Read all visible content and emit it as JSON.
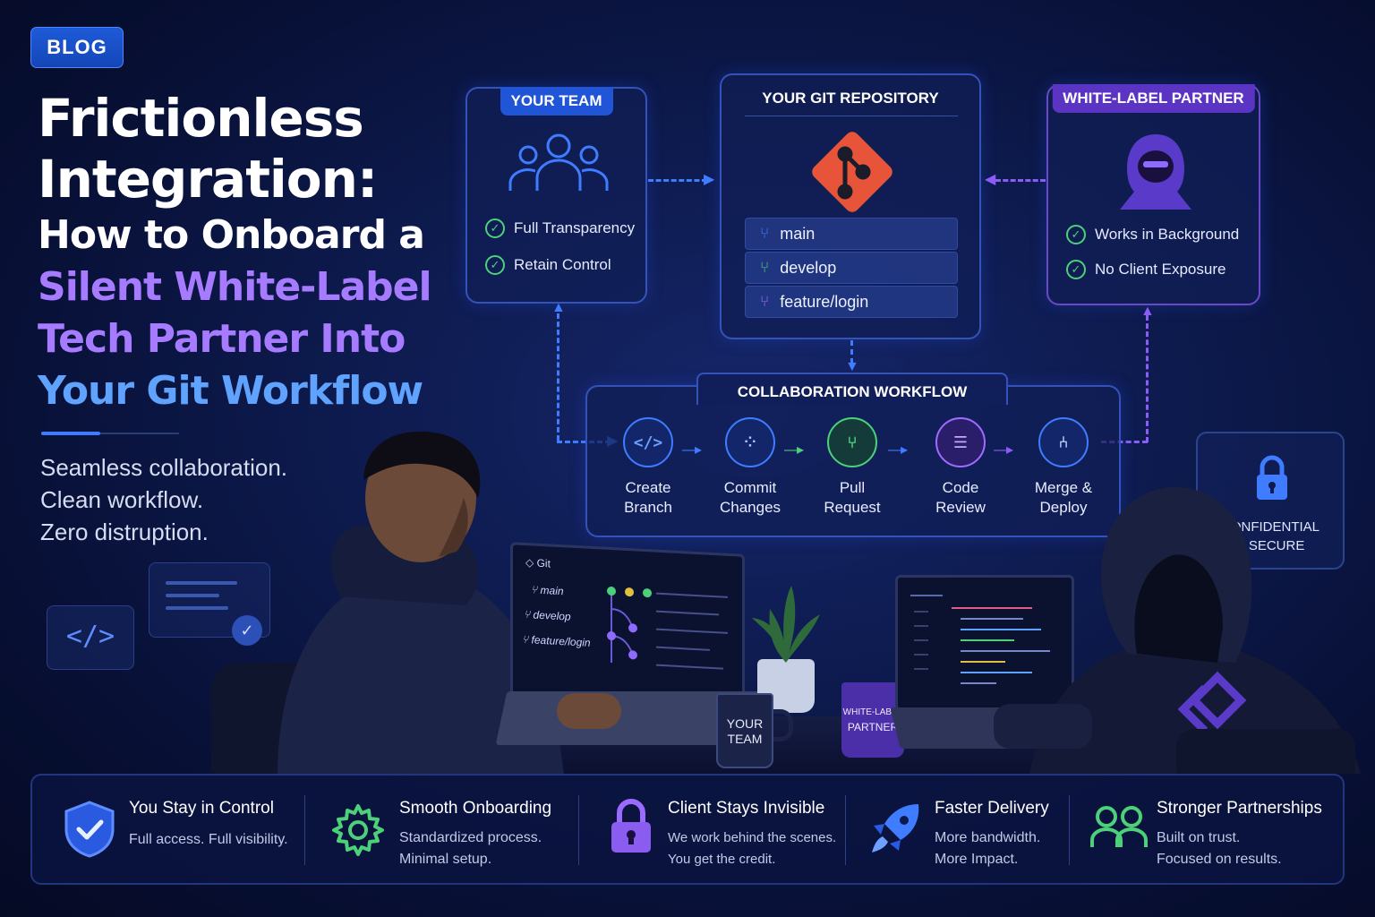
{
  "badge": "BLOG",
  "title": {
    "line1": "Frictionless",
    "line2": "Integration:",
    "line3": "How to Onboard a",
    "line4": "Silent White-Label",
    "line5": "Tech Partner Into",
    "line6": "Your Git Workflow"
  },
  "tagline": {
    "line1": "Seamless collaboration.",
    "line2": "Clean workflow.",
    "line3": "Zero distruption."
  },
  "your_team": {
    "label": "YOUR TEAM",
    "icon": "team-icon",
    "items": [
      "Full Transparency",
      "Retain Control"
    ]
  },
  "repo": {
    "label": "YOUR GIT REPOSITORY",
    "icon": "git-logo",
    "branches": [
      "main",
      "develop",
      "feature/login"
    ]
  },
  "partner": {
    "label": "WHITE-LABEL PARTNER",
    "icon": "hooded-figure-icon",
    "items": [
      "Works in Background",
      "No Client Exposure"
    ]
  },
  "workflow": {
    "label": "COLLABORATION WORKFLOW",
    "steps": [
      {
        "line1": "Create",
        "line2": "Branch",
        "icon": "code-icon",
        "color": "#3f7cff"
      },
      {
        "line1": "Commit",
        "line2": "Changes",
        "icon": "commit-nodes-icon",
        "color": "#3f7cff"
      },
      {
        "line1": "Pull",
        "line2": "Request",
        "icon": "pull-request-icon",
        "color": "#4cd07a"
      },
      {
        "line1": "Code",
        "line2": "Review",
        "icon": "review-chat-icon",
        "color": "#a06bff"
      },
      {
        "line1": "Merge &",
        "line2": "Deploy",
        "icon": "merge-icon",
        "color": "#3f7cff"
      }
    ]
  },
  "confidential": {
    "icon": "lock-icon",
    "line1": "CONFIDENTIAL",
    "line2": "& SECURE"
  },
  "laptop_left": {
    "app": "Git",
    "branches": [
      "main",
      "develop",
      "feature/login"
    ]
  },
  "mugs": {
    "left": {
      "line1": "YOUR",
      "line2": "TEAM"
    },
    "right": {
      "line1": "WHITE-LABEL",
      "line2": "PARTNER"
    }
  },
  "features": [
    {
      "title": "You Stay in Control",
      "desc1": "Full access. Full visibility.",
      "desc2": "",
      "icon": "shield-check-icon",
      "color": "#3f7cff"
    },
    {
      "title": "Smooth Onboarding",
      "desc1": "Standardized process.",
      "desc2": "Minimal setup.",
      "icon": "gear-icon",
      "color": "#4cd07a"
    },
    {
      "title": "Client Stays Invisible",
      "desc1": "We work behind the scenes.",
      "desc2": "You get the credit.",
      "icon": "padlock-icon",
      "color": "#9b6bff"
    },
    {
      "title": "Faster Delivery",
      "desc1": "More bandwidth.",
      "desc2": "More Impact.",
      "icon": "rocket-icon",
      "color": "#3f7cff"
    },
    {
      "title": "Stronger Partnerships",
      "desc1": "Built on trust.",
      "desc2": "Focused on results.",
      "icon": "partners-icon",
      "color": "#4cd07a"
    }
  ]
}
